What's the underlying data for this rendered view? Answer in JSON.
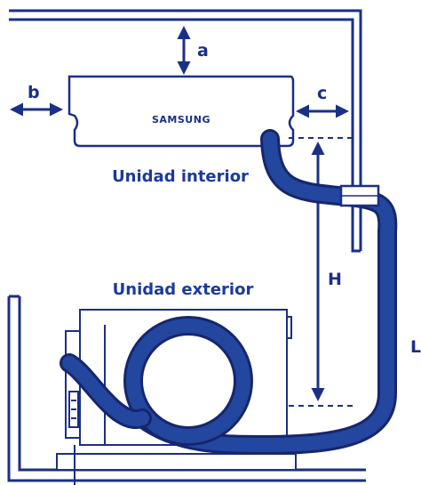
{
  "brand": "SAMSUNG",
  "units": {
    "indoor": "Unidad interior",
    "outdoor": "Unidad exterior"
  },
  "dimensions": {
    "a": "a",
    "b": "b",
    "c": "c",
    "h": "H",
    "l": "L"
  },
  "colors": {
    "line": "#1b2f86",
    "pipe": "#23469f",
    "pipe_edge": "#16266e",
    "text": "#1b3a9c"
  }
}
